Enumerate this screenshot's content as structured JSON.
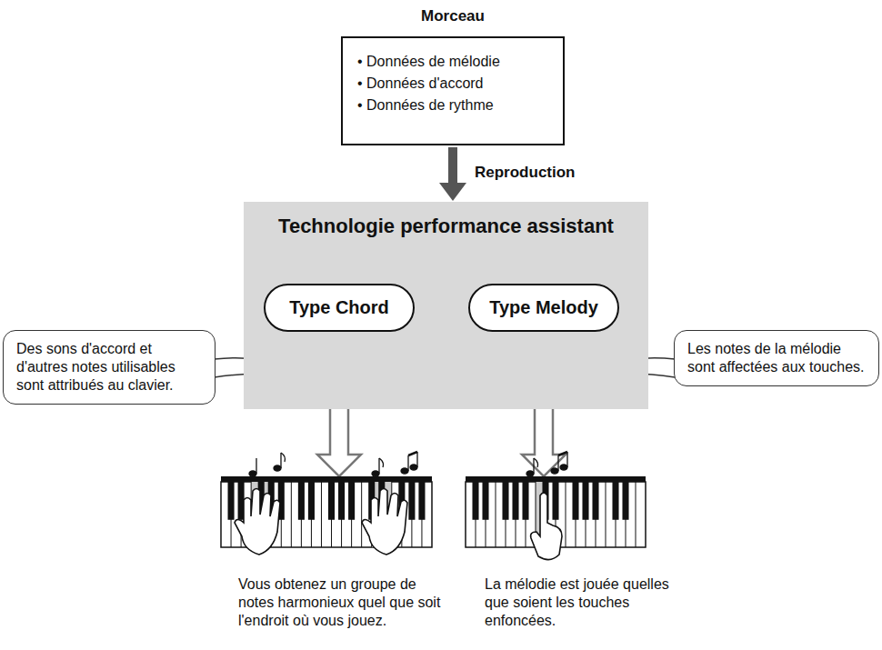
{
  "diagram": {
    "nodes": [
      {
        "text": [
          "Morceau",
          "• Données de mélodie",
          "• Données d'accord",
          "• Données de rythme"
        ]
      },
      {
        "text": [
          "Technologie performance assistant"
        ]
      },
      {
        "text": [
          "Type Chord"
        ],
        "in": 1
      },
      {
        "text": [
          "Type Melody"
        ],
        "in": 1
      },
      {
        "text": [
          "Des sons d'accord et d'autres notes utilisables sont attribués au clavier."
        ]
      },
      {
        "text": [
          "Les notes de la mélodie sont affectées aux touches."
        ]
      }
    ],
    "edges": [
      {
        "from": 0,
        "to": 1,
        "arrow": "to",
        "label": "Reproduction"
      },
      {
        "from": 1,
        "to": 2,
        "arrow": "to"
      },
      {
        "from": 1,
        "to": 3,
        "arrow": "to"
      }
    ],
    "labels": [
      "Vous obtenez un groupe de notes harmonieux quel que soit l'endroit où vous jouez.",
      "La mélodie est jouée quelles que soient les touches enfoncées."
    ]
  }
}
